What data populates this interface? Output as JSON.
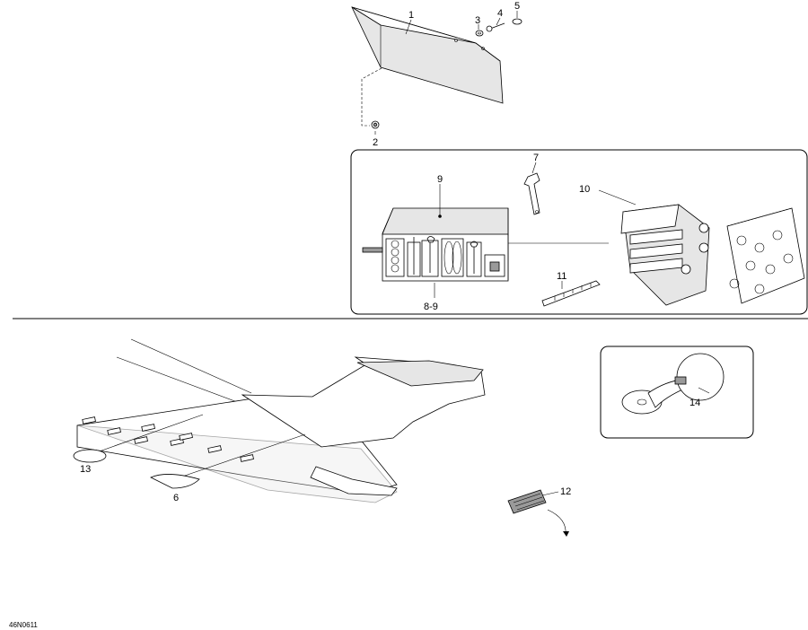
{
  "figure_code": "46N0611",
  "callouts": {
    "c1": "1",
    "c2": "2",
    "c3": "3",
    "c4": "4",
    "c5": "5",
    "c6": "6",
    "c7": "7",
    "c8_9": "8-9",
    "c9": "9",
    "c10": "10",
    "c11": "11",
    "c12": "12",
    "c13": "13",
    "c14": "14"
  }
}
